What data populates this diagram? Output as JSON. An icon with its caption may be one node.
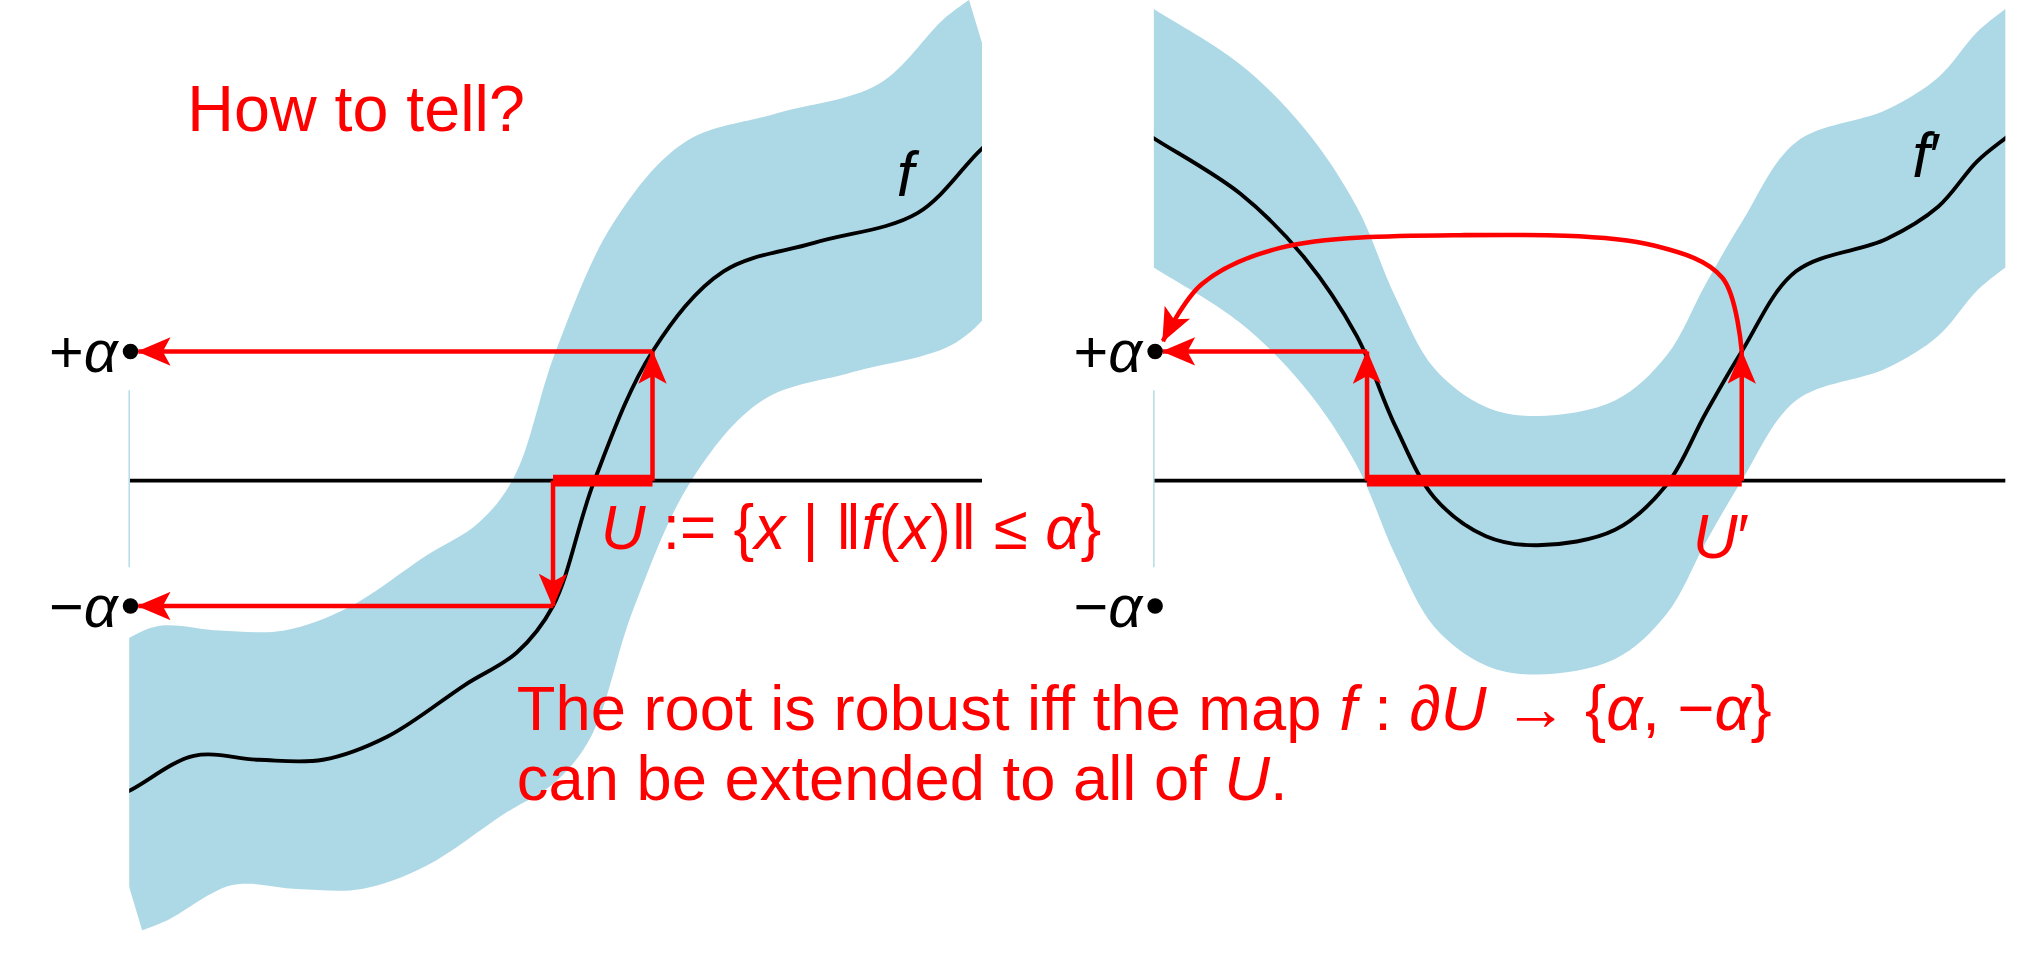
{
  "diagram": {
    "nodes": [
      {
        "text": [
          "+*α*"
        ]
      },
      {
        "text": [
          "−*α*"
        ]
      },
      {
        "text": [
          "+*α*"
        ]
      },
      {
        "text": [
          "−*α*"
        ]
      }
    ],
    "edges": [
      {
        "from": null,
        "to": 0,
        "arrow": "to"
      },
      {
        "from": null,
        "to": 1,
        "arrow": "to"
      },
      {
        "from": null,
        "to": 2,
        "arrow": "to"
      },
      {
        "from": null,
        "to": 2,
        "arrow": "to"
      },
      {
        "from": 0,
        "to": 1,
        "arrow": "none",
        "color": "#b8dce8"
      },
      {
        "from": 2,
        "to": 3,
        "arrow": "none",
        "color": "#b8dce8"
      }
    ],
    "labels": [
      "How to tell?",
      "f",
      "*f*′",
      "*U* := {*x* | ‖*f*(*x*)‖ ≤ *α*}",
      "*U*′",
      "The root is robust iff the map *f* : ∂*U* → {*α*, −*α*} can be extended to all of *U*."
    ]
  }
}
